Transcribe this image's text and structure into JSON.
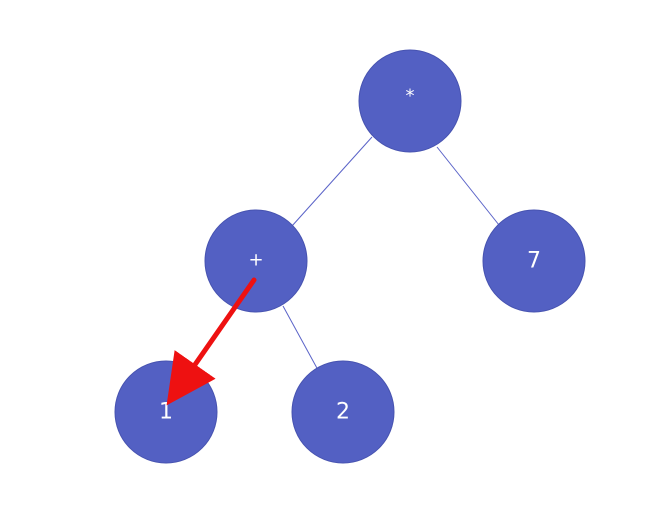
{
  "tree": {
    "nodes": [
      {
        "id": "times",
        "label": "*",
        "kind": "operator"
      },
      {
        "id": "plus",
        "label": "+",
        "kind": "operator"
      },
      {
        "id": "seven",
        "label": "7",
        "kind": "operand"
      },
      {
        "id": "one",
        "label": "1",
        "kind": "operand"
      },
      {
        "id": "two",
        "label": "2",
        "kind": "operand"
      }
    ],
    "edges": [
      {
        "from": "times",
        "to": "plus"
      },
      {
        "from": "times",
        "to": "seven"
      },
      {
        "from": "plus",
        "to": "one"
      },
      {
        "from": "plus",
        "to": "two"
      }
    ],
    "highlight_arrow": {
      "from": "plus",
      "to": "one"
    }
  },
  "colors": {
    "node_fill": "#5360c3",
    "edge": "#5a63c8",
    "label": "#ffffff",
    "arrow": "#ee1111"
  }
}
